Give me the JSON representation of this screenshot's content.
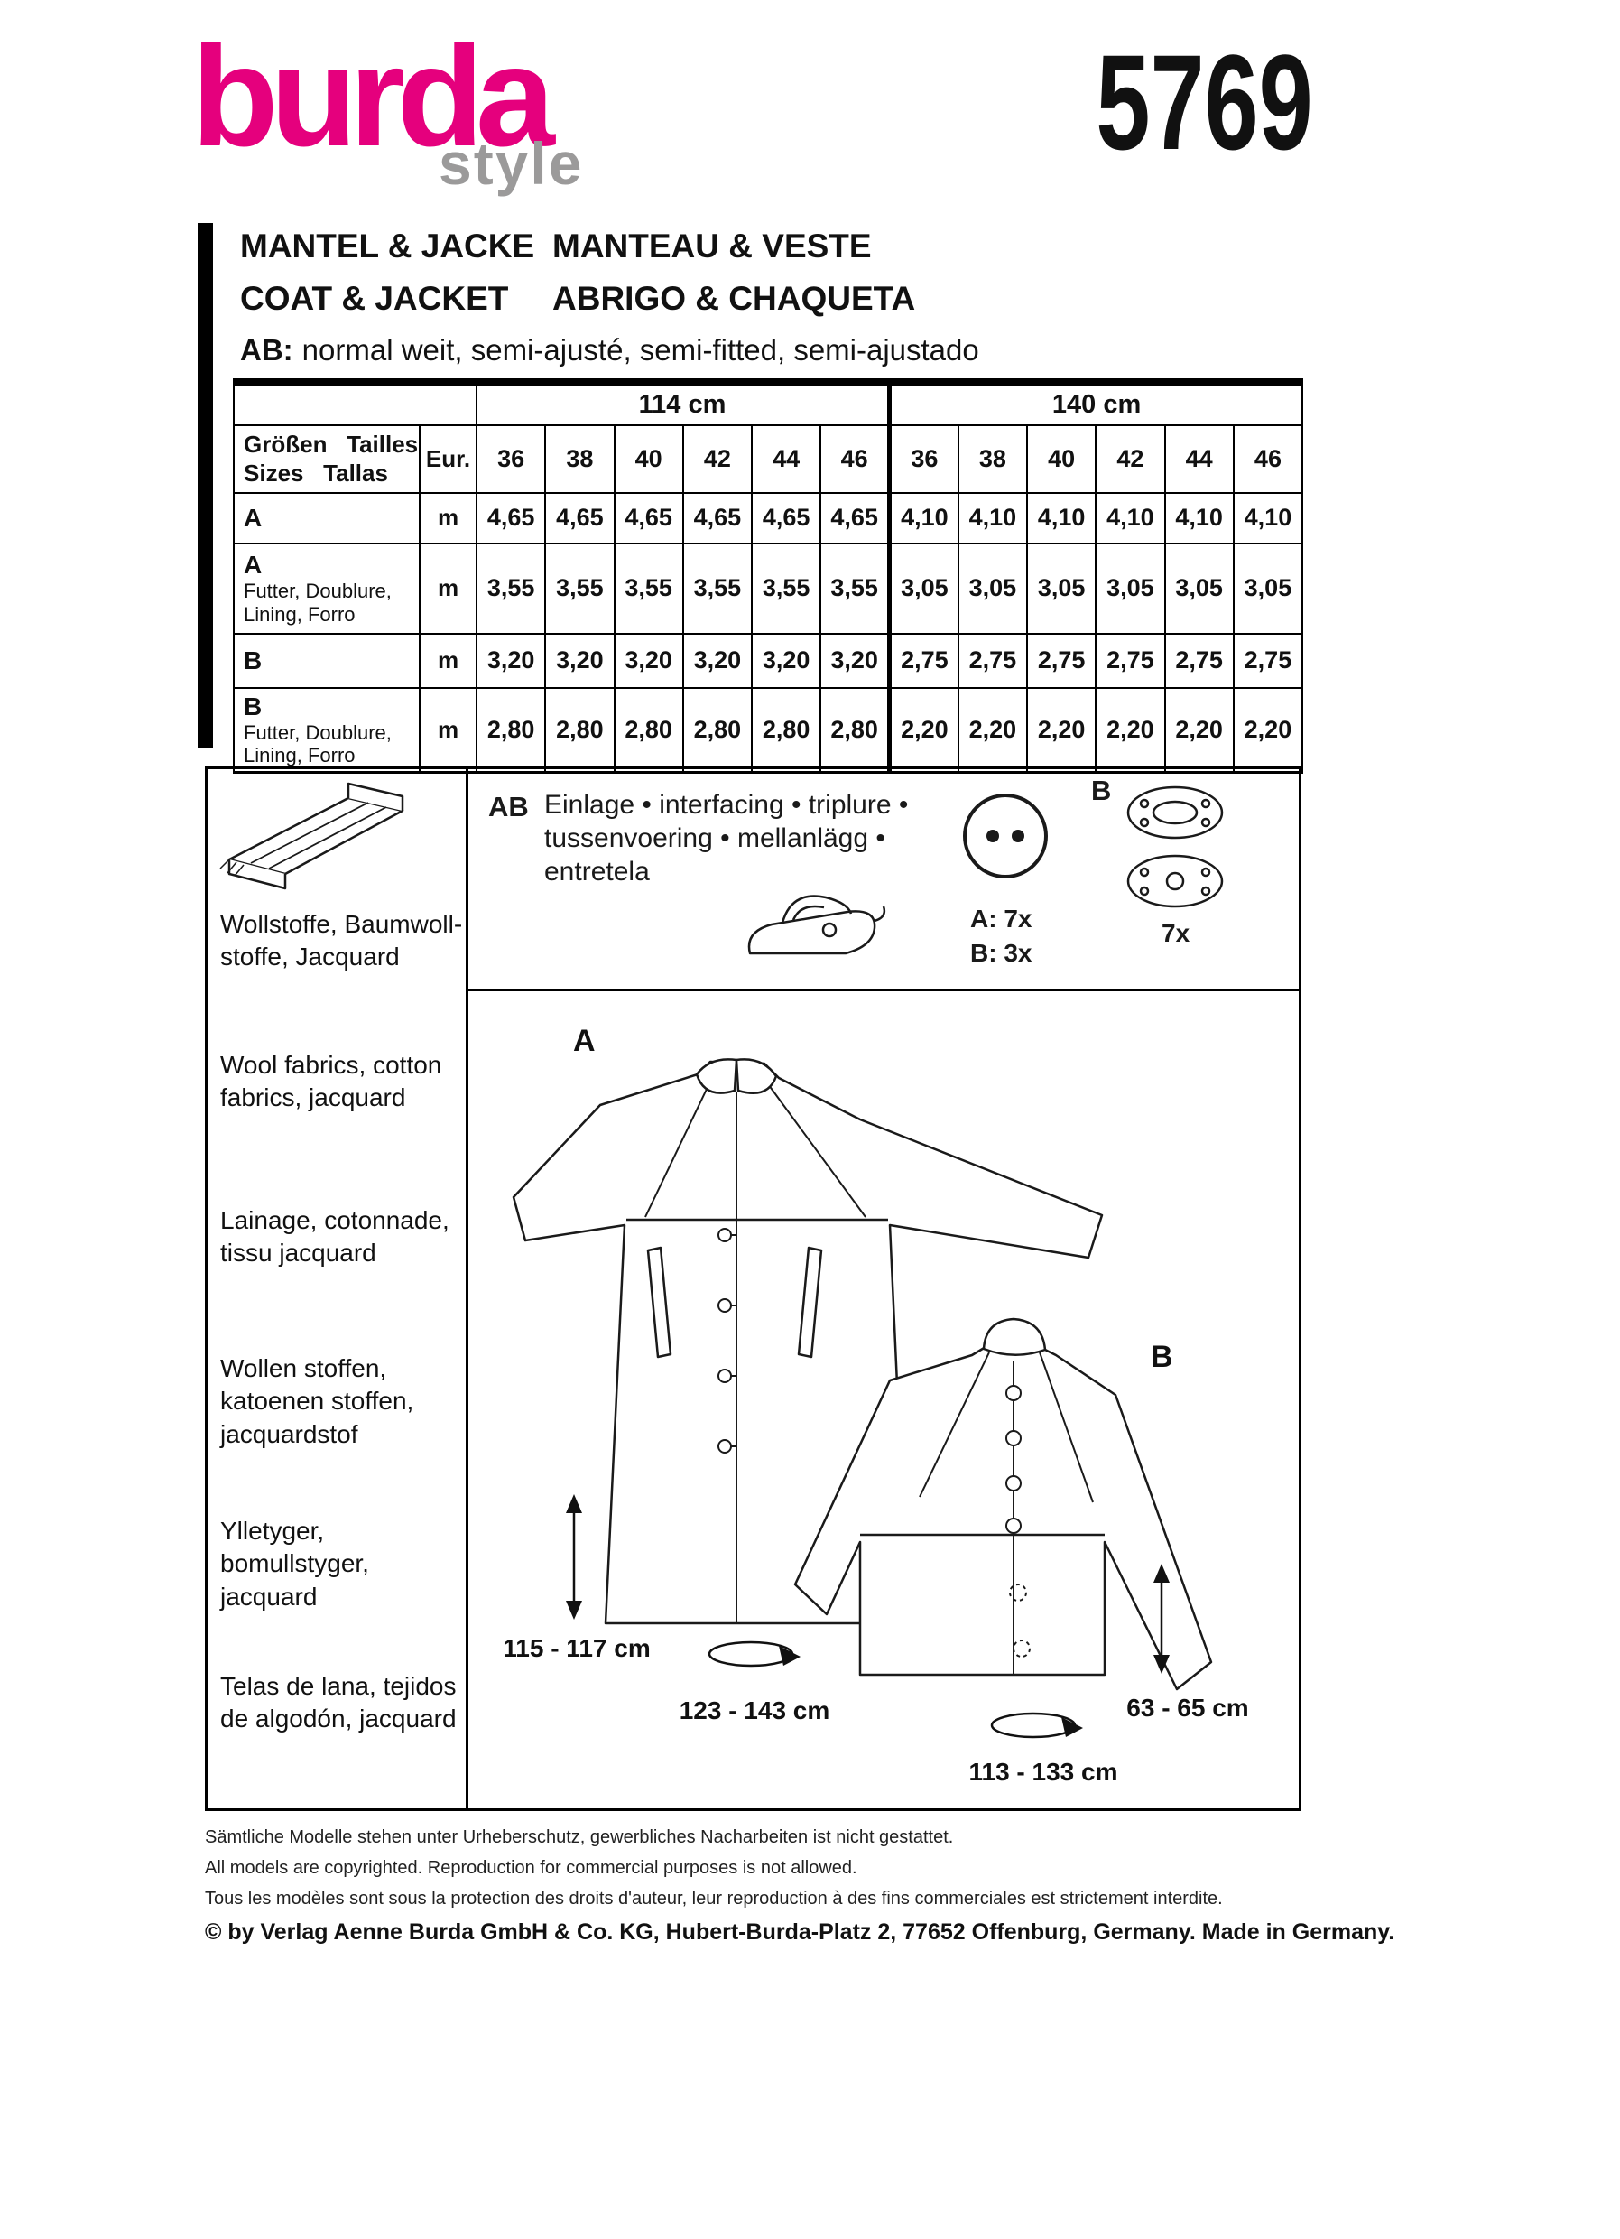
{
  "brand": {
    "logo_main": "burda",
    "logo_sub": "style",
    "pattern_number": "5769"
  },
  "colors": {
    "brand_pink": "#e5007d",
    "logo_gray": "#9b9a9a",
    "ink": "#111111"
  },
  "title": {
    "line1a": "MANTEL & JACKE",
    "line1b": "MANTEAU & VESTE",
    "line2a": "COAT & JACKET",
    "line2b": "ABRIGO & CHAQUETA",
    "line3_prefix": "AB:",
    "line3_text": "normal weit, semi-ajusté, semi-fitted, semi-ajustado"
  },
  "table": {
    "width_headers": [
      "114 cm",
      "140 cm"
    ],
    "label_header": "Größen   Tailles\nSizes   Tallas",
    "unit_header": "Eur.",
    "sizes": [
      "36",
      "38",
      "40",
      "42",
      "44",
      "46"
    ],
    "rows": [
      {
        "label": "A",
        "sublabel": "",
        "unit": "m",
        "values_114": [
          "4,65",
          "4,65",
          "4,65",
          "4,65",
          "4,65",
          "4,65"
        ],
        "values_140": [
          "4,10",
          "4,10",
          "4,10",
          "4,10",
          "4,10",
          "4,10"
        ]
      },
      {
        "label": "A",
        "sublabel": "Futter, Doublure,\nLining, Forro",
        "unit": "m",
        "values_114": [
          "3,55",
          "3,55",
          "3,55",
          "3,55",
          "3,55",
          "3,55"
        ],
        "values_140": [
          "3,05",
          "3,05",
          "3,05",
          "3,05",
          "3,05",
          "3,05"
        ]
      },
      {
        "label": "B",
        "sublabel": "",
        "unit": "m",
        "values_114": [
          "3,20",
          "3,20",
          "3,20",
          "3,20",
          "3,20",
          "3,20"
        ],
        "values_140": [
          "2,75",
          "2,75",
          "2,75",
          "2,75",
          "2,75",
          "2,75"
        ]
      },
      {
        "label": "B",
        "sublabel": "Futter, Doublure,\nLining, Forro",
        "unit": "m",
        "values_114": [
          "2,80",
          "2,80",
          "2,80",
          "2,80",
          "2,80",
          "2,80"
        ],
        "values_140": [
          "2,20",
          "2,20",
          "2,20",
          "2,20",
          "2,20",
          "2,20"
        ]
      }
    ]
  },
  "fabrics": {
    "items": [
      "Wollstoffe, Baumwoll-\nstoffe, Jacquard",
      "Wool fabrics, cotton\nfabrics, jacquard",
      "Lainage, cotonnade,\ntissu jacquard",
      "Wollen stoffen,\nkatoenen stoffen,\njacquardstof",
      "Ylletyger,\nbomullstyger,\njacquard",
      "Telas de lana, tejidos\nde algodón, jacquard"
    ]
  },
  "notions": {
    "ab_label": "AB",
    "interfacing": "Einlage • interfacing • triplure •\ntussenvoering • mellanlägg •\nentretela",
    "buttons_a": "A: 7x",
    "buttons_b": "B: 3x",
    "b_label": "B",
    "snaps": "7x"
  },
  "drawings": {
    "view_a_label": "A",
    "view_b_label": "B",
    "length_a": "115 - 117 cm",
    "girth_a": "123 - 143 cm",
    "length_b": "63 - 65 cm",
    "girth_b": "113 - 133 cm"
  },
  "footer": {
    "de": "Sämtliche Modelle stehen unter Urheberschutz, gewerbliches Nacharbeiten ist nicht gestattet.",
    "en": "All models are copyrighted. Reproduction for commercial purposes is not allowed.",
    "fr": "Tous les modèles sont sous la protection des droits d'auteur, leur reproduction à des fins commerciales est strictement interdite.",
    "copyright": "© by Verlag Aenne Burda GmbH & Co. KG, Hubert-Burda-Platz 2, 77652 Offenburg, Germany. Made in Germany."
  },
  "icons": [
    "fabric-bolt-icon",
    "iron-icon",
    "button-icon",
    "snap-fasteners-icon",
    "length-arrow-icon",
    "girth-arrow-icon"
  ]
}
